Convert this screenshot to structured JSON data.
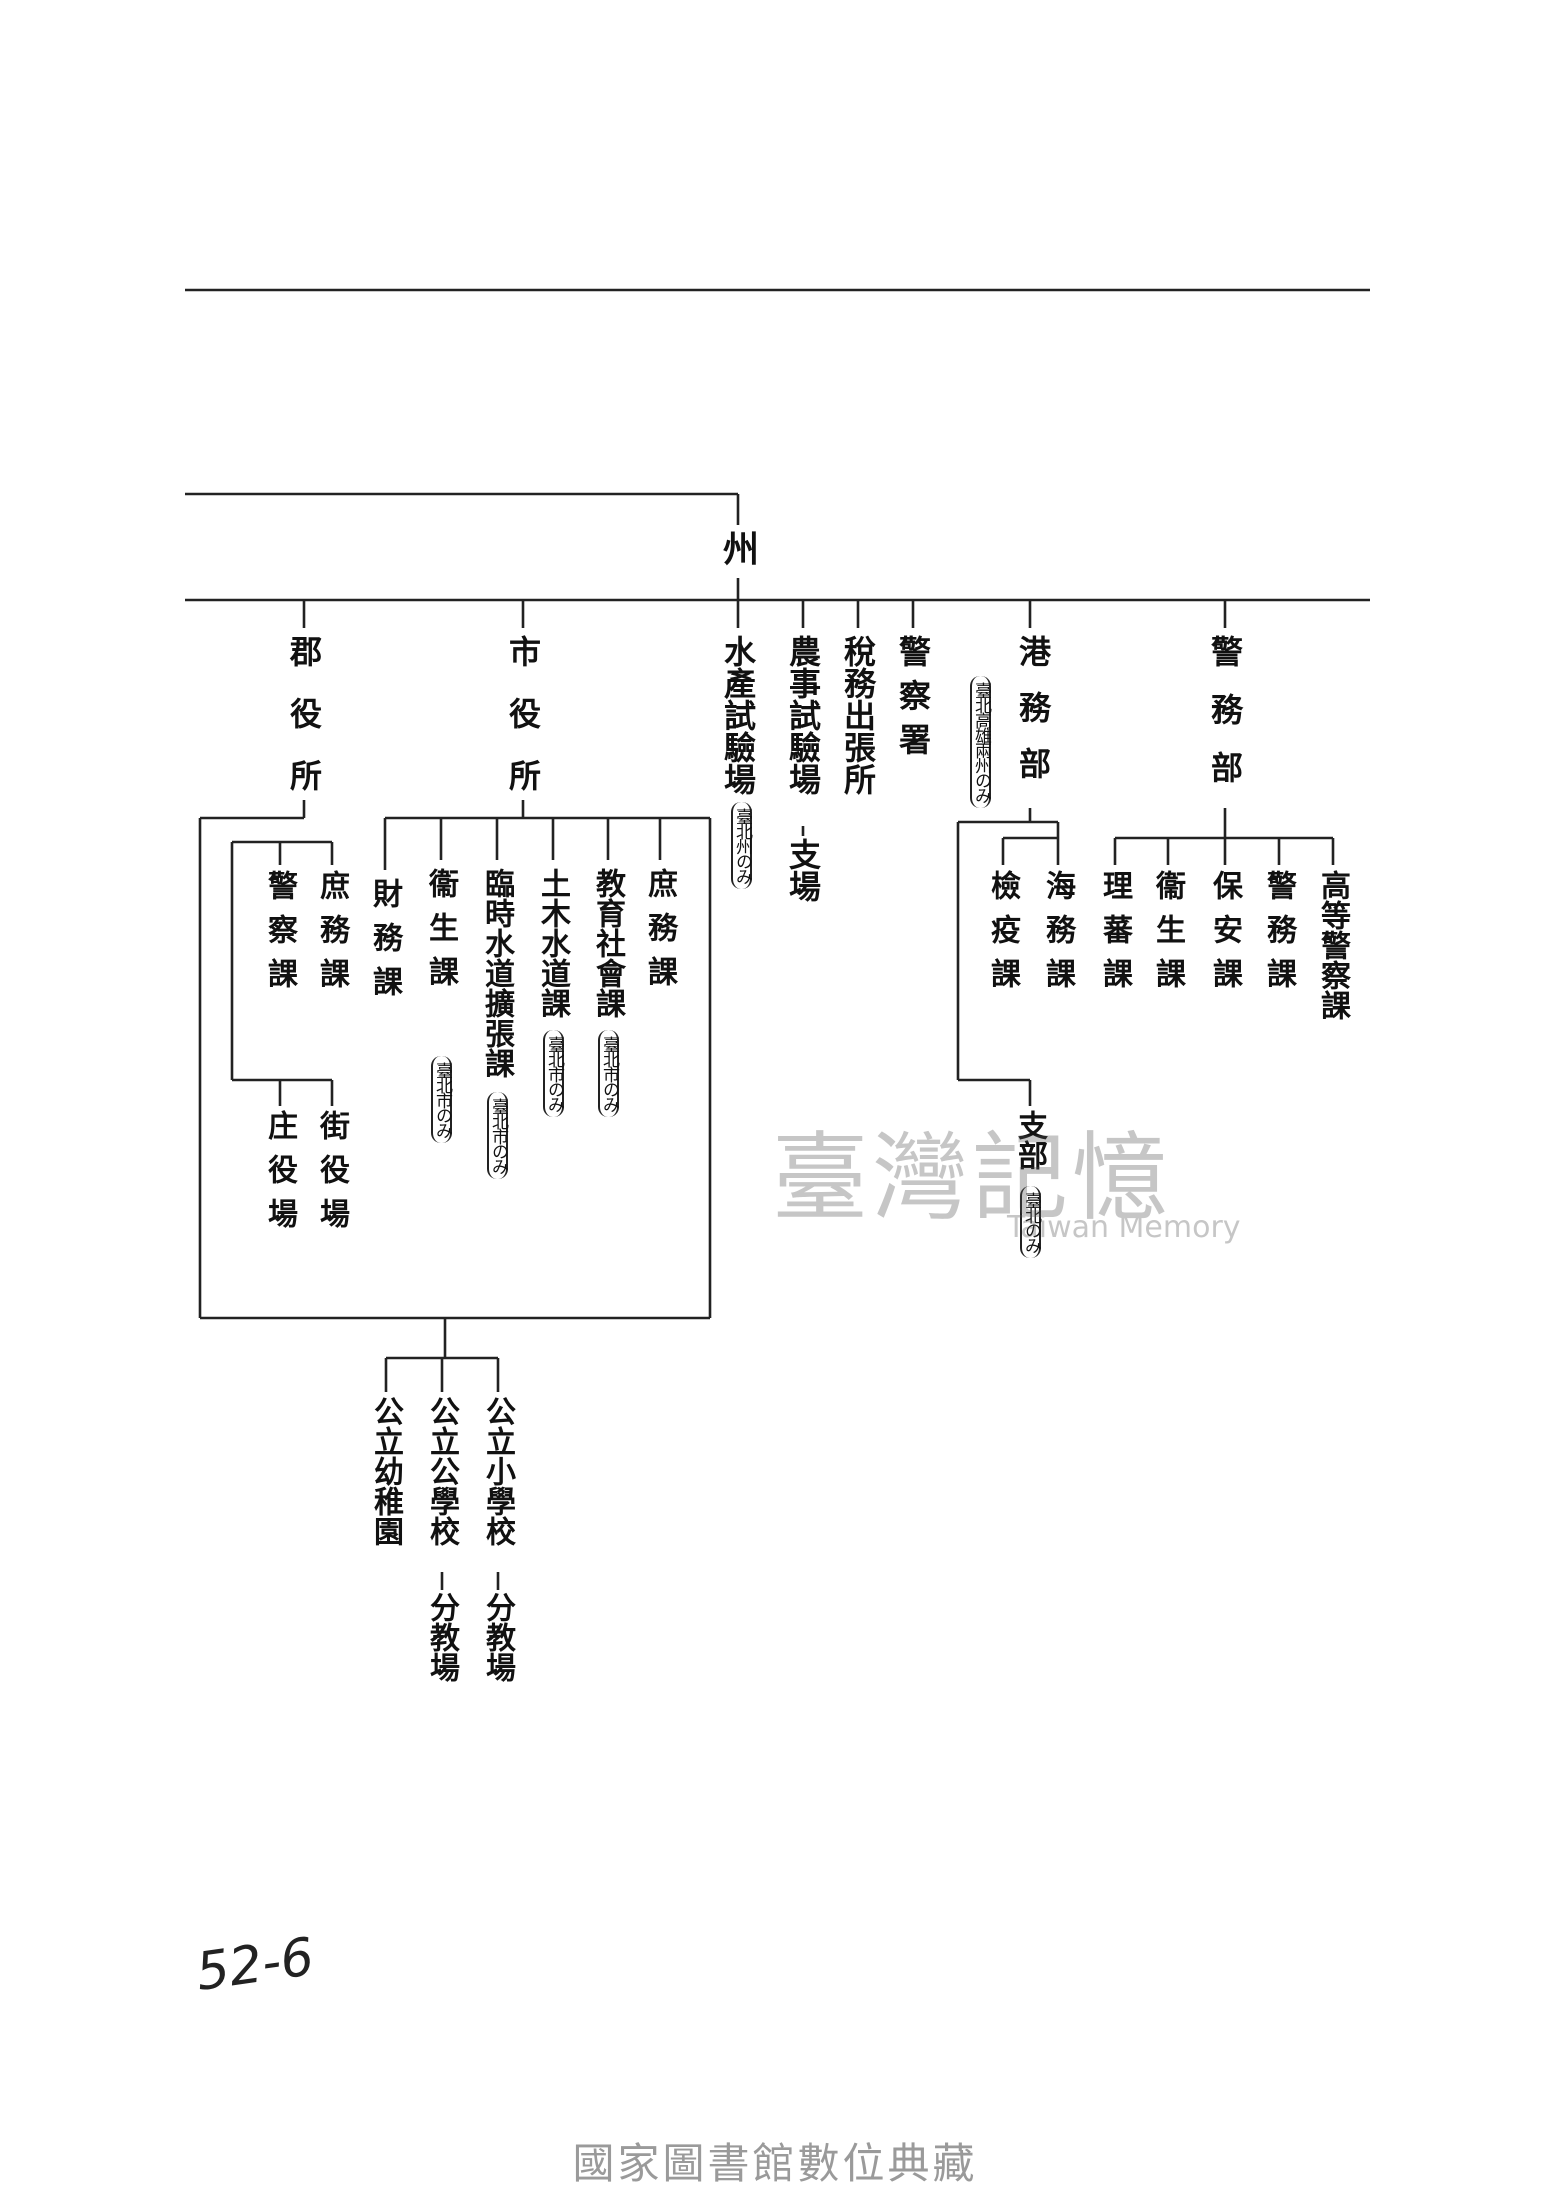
{
  "root": "州",
  "departments": [
    {
      "id": "keimubu",
      "label": "警務部"
    },
    {
      "id": "komubu",
      "label": "港務部",
      "note": "臺北高雄兩州のみ"
    },
    {
      "id": "keisatsusho",
      "label": "警察署"
    },
    {
      "id": "zeimu",
      "label": "稅務出張所"
    },
    {
      "id": "noji",
      "label": "農事試驗場",
      "extension": "支場"
    },
    {
      "id": "suisan",
      "label": "水產試驗場",
      "note": "臺北州のみ"
    },
    {
      "id": "shiyakusho",
      "label": "市役所"
    },
    {
      "id": "gunyakusho",
      "label": "郡役所"
    }
  ],
  "keimubu_sections": [
    "高等警察課",
    "警務課",
    "保安課",
    "衞生課",
    "理蕃課"
  ],
  "komubu_sections": [
    "海務課",
    "檢疫課"
  ],
  "komubu_branch": {
    "label": "支部",
    "note": "臺北のみ"
  },
  "shiyakusho_sections": [
    {
      "label": "庶務課"
    },
    {
      "label": "教育社會課",
      "note": "臺北市のみ"
    },
    {
      "label": "土木水道課",
      "note": "臺北市のみ"
    },
    {
      "label": "臨時水道擴張課",
      "note": "臺北市のみ"
    },
    {
      "label": "衞生課",
      "note": "臺北市のみ"
    },
    {
      "label": "財務課"
    }
  ],
  "gunyakusho_sections": [
    "庶務課",
    "警察課"
  ],
  "town_offices": [
    "街役場",
    "庄役場"
  ],
  "schools": [
    {
      "label": "公立小學校",
      "extension": "分教場"
    },
    {
      "label": "公立公學校",
      "extension": "分教場"
    },
    {
      "label": "公立幼稚園"
    }
  ],
  "handwritten": "52-6",
  "watermark": {
    "cjk": "臺灣記憶",
    "en": "Taiwan Memory"
  },
  "footer": "國家圖書館數位典藏"
}
